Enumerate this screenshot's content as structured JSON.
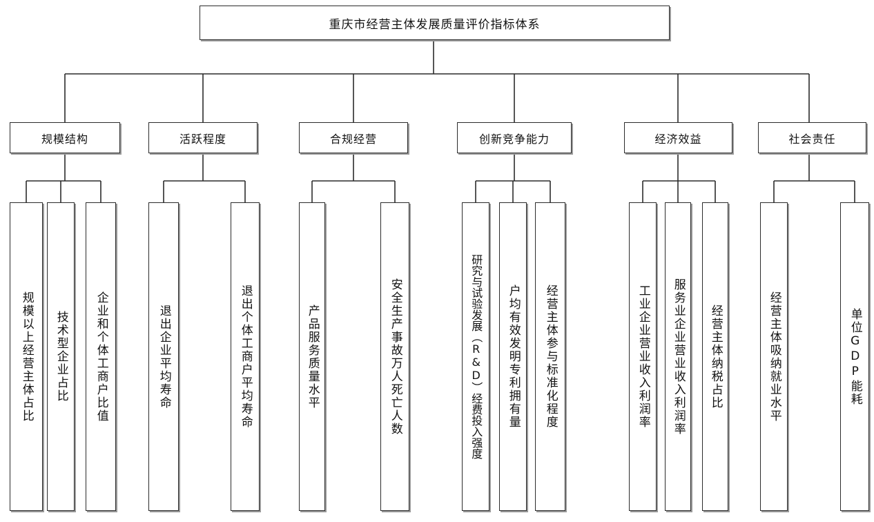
{
  "root": {
    "title": "重庆市经营主体发展质量评价指标体系"
  },
  "categories": [
    {
      "label": "规模结构",
      "indicators": [
        "规模以上经营主体占比",
        "技术型企业占比",
        "企业和个体工商户比值"
      ]
    },
    {
      "label": "活跃程度",
      "indicators": [
        "退出企业平均寿命",
        "退出个体工商户平均寿命"
      ]
    },
    {
      "label": "合规经营",
      "indicators": [
        "产品服务质量水平",
        "安全生产事故万人死亡人数"
      ]
    },
    {
      "label": "创新竞争能力",
      "indicators": [
        "研究与试验发展（R&D）经费投入强度",
        "户均有效发明专利拥有量",
        "经营主体参与标准化程度"
      ]
    },
    {
      "label": "经济效益",
      "indicators": [
        "工业企业营业收入利润率",
        "服务业企业营业收入利润率",
        "经营主体纳税占比"
      ]
    },
    {
      "label": "社会责任",
      "indicators": [
        "经营主体吸纳就业水平",
        "单位GDP能耗"
      ]
    }
  ]
}
